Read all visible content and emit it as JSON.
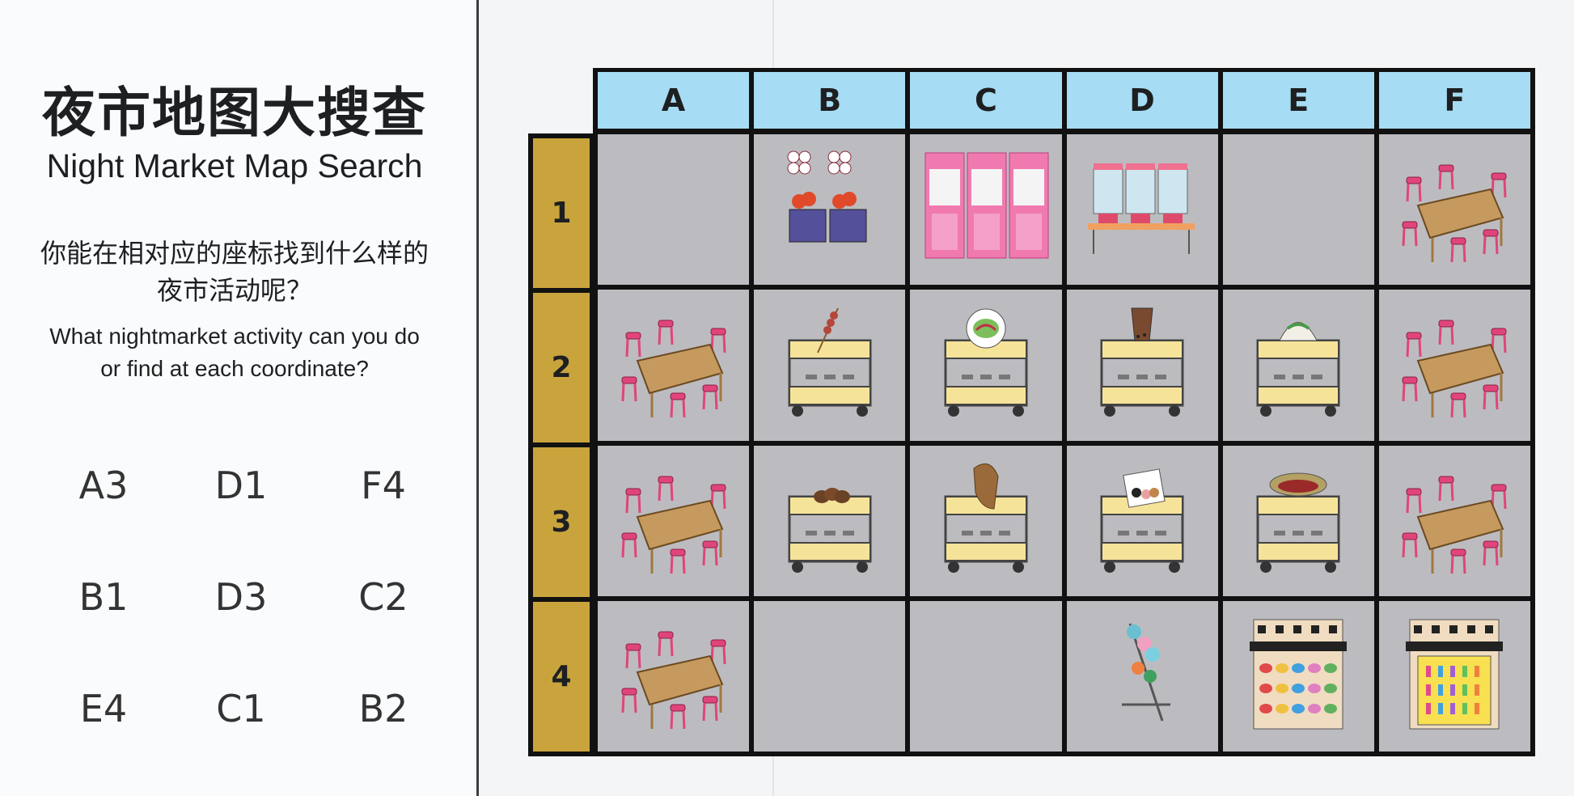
{
  "title_zh": "夜市地图大搜查",
  "title_en": "Night Market Map Search",
  "question_zh_1": "你能在相对应的座标找到什么样的",
  "question_zh_2": "夜市活动呢？",
  "question_en_1": "What nightmarket activity can you do",
  "question_en_2": "or find at each coordinate?",
  "coordinates": [
    "A3",
    "D1",
    "F4",
    "B1",
    "D3",
    "C2",
    "E4",
    "C1",
    "B2"
  ],
  "columns": [
    "A",
    "B",
    "C",
    "D",
    "E",
    "F"
  ],
  "rows": [
    "1",
    "2",
    "3",
    "4"
  ],
  "cells": [
    [
      "empty",
      "balloon-game",
      "claw-machines",
      "gachapon-machines",
      "empty",
      "table-stools"
    ],
    [
      "table-stools",
      "cart-skewer",
      "cart-salad",
      "cart-bubble-tea",
      "cart-bun",
      "table-stools"
    ],
    [
      "table-stools",
      "cart-chestnuts",
      "cart-fried-chicken",
      "cart-mochi",
      "cart-sausage",
      "table-stools"
    ],
    [
      "table-stools",
      "empty",
      "empty",
      "keychain-rack",
      "hat-stall",
      "sock-stall"
    ]
  ],
  "colors": {
    "header": "#a6dcf4",
    "row_header": "#c9a43d",
    "cell": "#bcbcc0",
    "stool": "#e0457a",
    "cart": "#f6e39a"
  }
}
